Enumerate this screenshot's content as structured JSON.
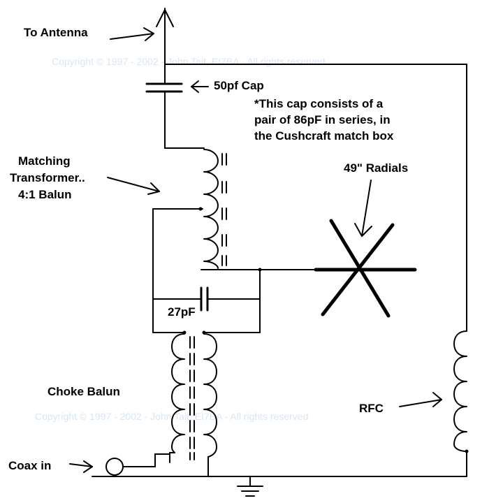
{
  "labels": {
    "antenna": "To Antenna",
    "cap": "50pf Cap",
    "cap_note_1": "*This cap consists of a",
    "cap_note_2": "pair of 86pF in series, in",
    "cap_note_3": "the Cushcraft match box",
    "matching_1": "Matching",
    "matching_2": "Transformer..",
    "matching_3": "4:1 Balun",
    "radials": "49\" Radials",
    "cap27": "27pF",
    "choke": "Choke Balun",
    "rfc": "RFC",
    "coax": "Coax in"
  },
  "watermarks": {
    "top": "Copyright © 1997 - 2002  -  John Tait, EI7BA  -  All rights reserved",
    "bottom": "Copyright © 1997 - 2002  -  John Tait, EI7BA  -  All rights reserved"
  },
  "colors": {
    "ink": "#000000",
    "watermark": "#d8e6f2",
    "background": "#ffffff"
  }
}
